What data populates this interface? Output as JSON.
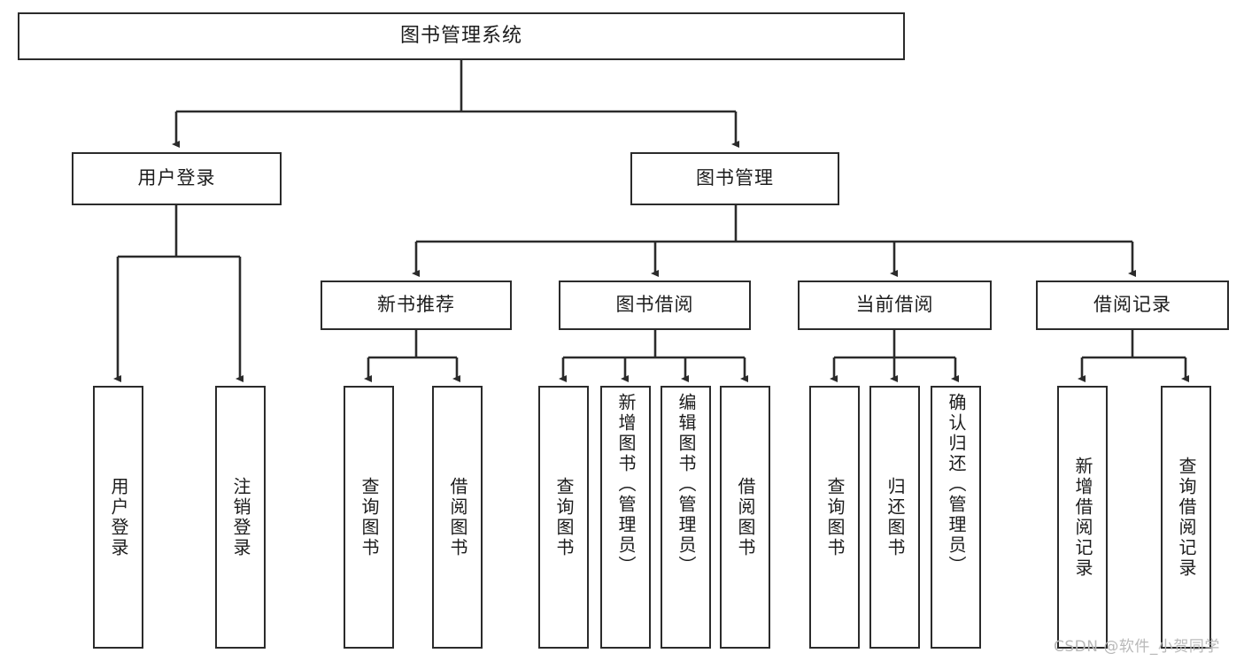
{
  "diagram": {
    "type": "tree-hierarchy-chart",
    "title": "图书管理系统",
    "watermark": "CSDN @软件_小贺同学",
    "levels": {
      "level1": [
        {
          "id": "root",
          "label": "图书管理系统"
        }
      ],
      "level2": [
        {
          "id": "user-login",
          "label": "用户登录"
        },
        {
          "id": "book-manage",
          "label": "图书管理"
        }
      ],
      "level3": [
        {
          "id": "new-book-rec",
          "label": "新书推荐"
        },
        {
          "id": "book-borrow",
          "label": "图书借阅"
        },
        {
          "id": "current-borrow",
          "label": "当前借阅"
        },
        {
          "id": "borrow-record",
          "label": "借阅记录"
        }
      ],
      "level4": [
        {
          "id": "leaf-1",
          "label": "用户登录"
        },
        {
          "id": "leaf-2",
          "label": "注销登录"
        },
        {
          "id": "leaf-3",
          "label": "查询图书"
        },
        {
          "id": "leaf-4",
          "label": "借阅图书"
        },
        {
          "id": "leaf-5",
          "label": "查询图书"
        },
        {
          "id": "leaf-6",
          "label": "新增图书（管理员）"
        },
        {
          "id": "leaf-7",
          "label": "编辑图书（管理员）"
        },
        {
          "id": "leaf-8",
          "label": "借阅图书"
        },
        {
          "id": "leaf-9",
          "label": "查询图书"
        },
        {
          "id": "leaf-10",
          "label": "归还图书"
        },
        {
          "id": "leaf-11",
          "label": "确认归还（管理员）"
        },
        {
          "id": "leaf-12",
          "label": "新增借阅记录"
        },
        {
          "id": "leaf-13",
          "label": "查询借阅记录"
        }
      ]
    },
    "colors": {
      "border": "#2b2b2b",
      "background": "#ffffff",
      "text": "#1c1c1c",
      "watermark": "#b9b9b9"
    }
  }
}
